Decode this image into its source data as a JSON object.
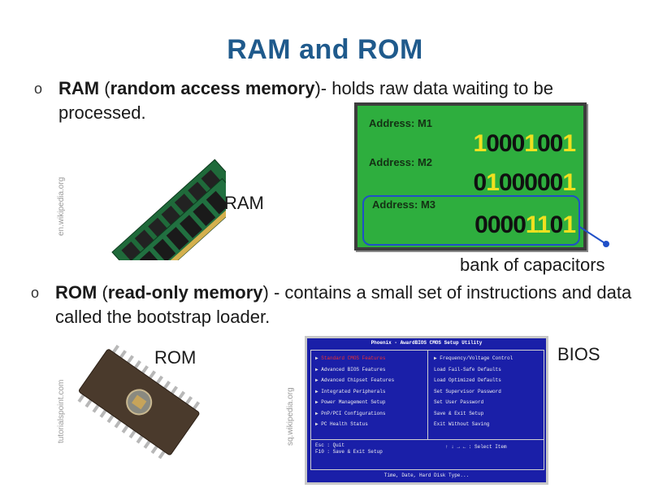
{
  "title": "RAM and ROM",
  "ram_bullet": {
    "marker": "o",
    "term": "RAM",
    "gap": "  (",
    "expansion": "random access memory",
    "rest": ")- holds raw data waiting to be processed."
  },
  "rom_bullet": {
    "marker": "o",
    "term": "ROM",
    "gap": " (",
    "expansion": "read-only memory",
    "rest": ") - contains a small set of instructions and data called the bootstrap loader."
  },
  "labels": {
    "ram": "RAM",
    "rom": "ROM",
    "bios": "BIOS",
    "capacitors": "bank of capacitors"
  },
  "watermarks": {
    "ram_source": "en.wikipedia.org",
    "rom_source": "tutorialspoint.com",
    "bios_source": "sq.wikipedia.org"
  },
  "memory_bank": {
    "rows": [
      {
        "address": "Address: M1",
        "bits": "10001001"
      },
      {
        "address": "Address: M2",
        "bits": "01000001"
      },
      {
        "address": "Address: M3",
        "bits": "00001101"
      }
    ],
    "colors": {
      "panel": "#2eae3e",
      "one_bit": "#f0e020",
      "zero_bit": "#101010",
      "highlight": "#2050c8"
    }
  },
  "bios": {
    "title": "Phoenix - AwardBIOS CMOS Setup Utility",
    "left_items": [
      "Standard CMOS Features",
      "Advanced BIOS Features",
      "Advanced Chipset Features",
      "Integrated Peripherals",
      "Power Management Setup",
      "PnP/PCI Configurations",
      "PC Health Status"
    ],
    "right_items": [
      "Frequency/Voltage Control",
      "Load Fail-Safe Defaults",
      "Load Optimized Defaults",
      "Set Supervisor Password",
      "Set User Password",
      "Save & Exit Setup",
      "Exit Without Saving"
    ],
    "keys_line1": "Esc : Quit",
    "keys_line2": "F10 : Save & Exit Setup",
    "select_hint": "↑ ↓ → ←  : Select Item",
    "footer": "Time, Date, Hard Disk Type...",
    "colors": {
      "screen": "#1a1fa8",
      "selected": "#f03030"
    }
  }
}
